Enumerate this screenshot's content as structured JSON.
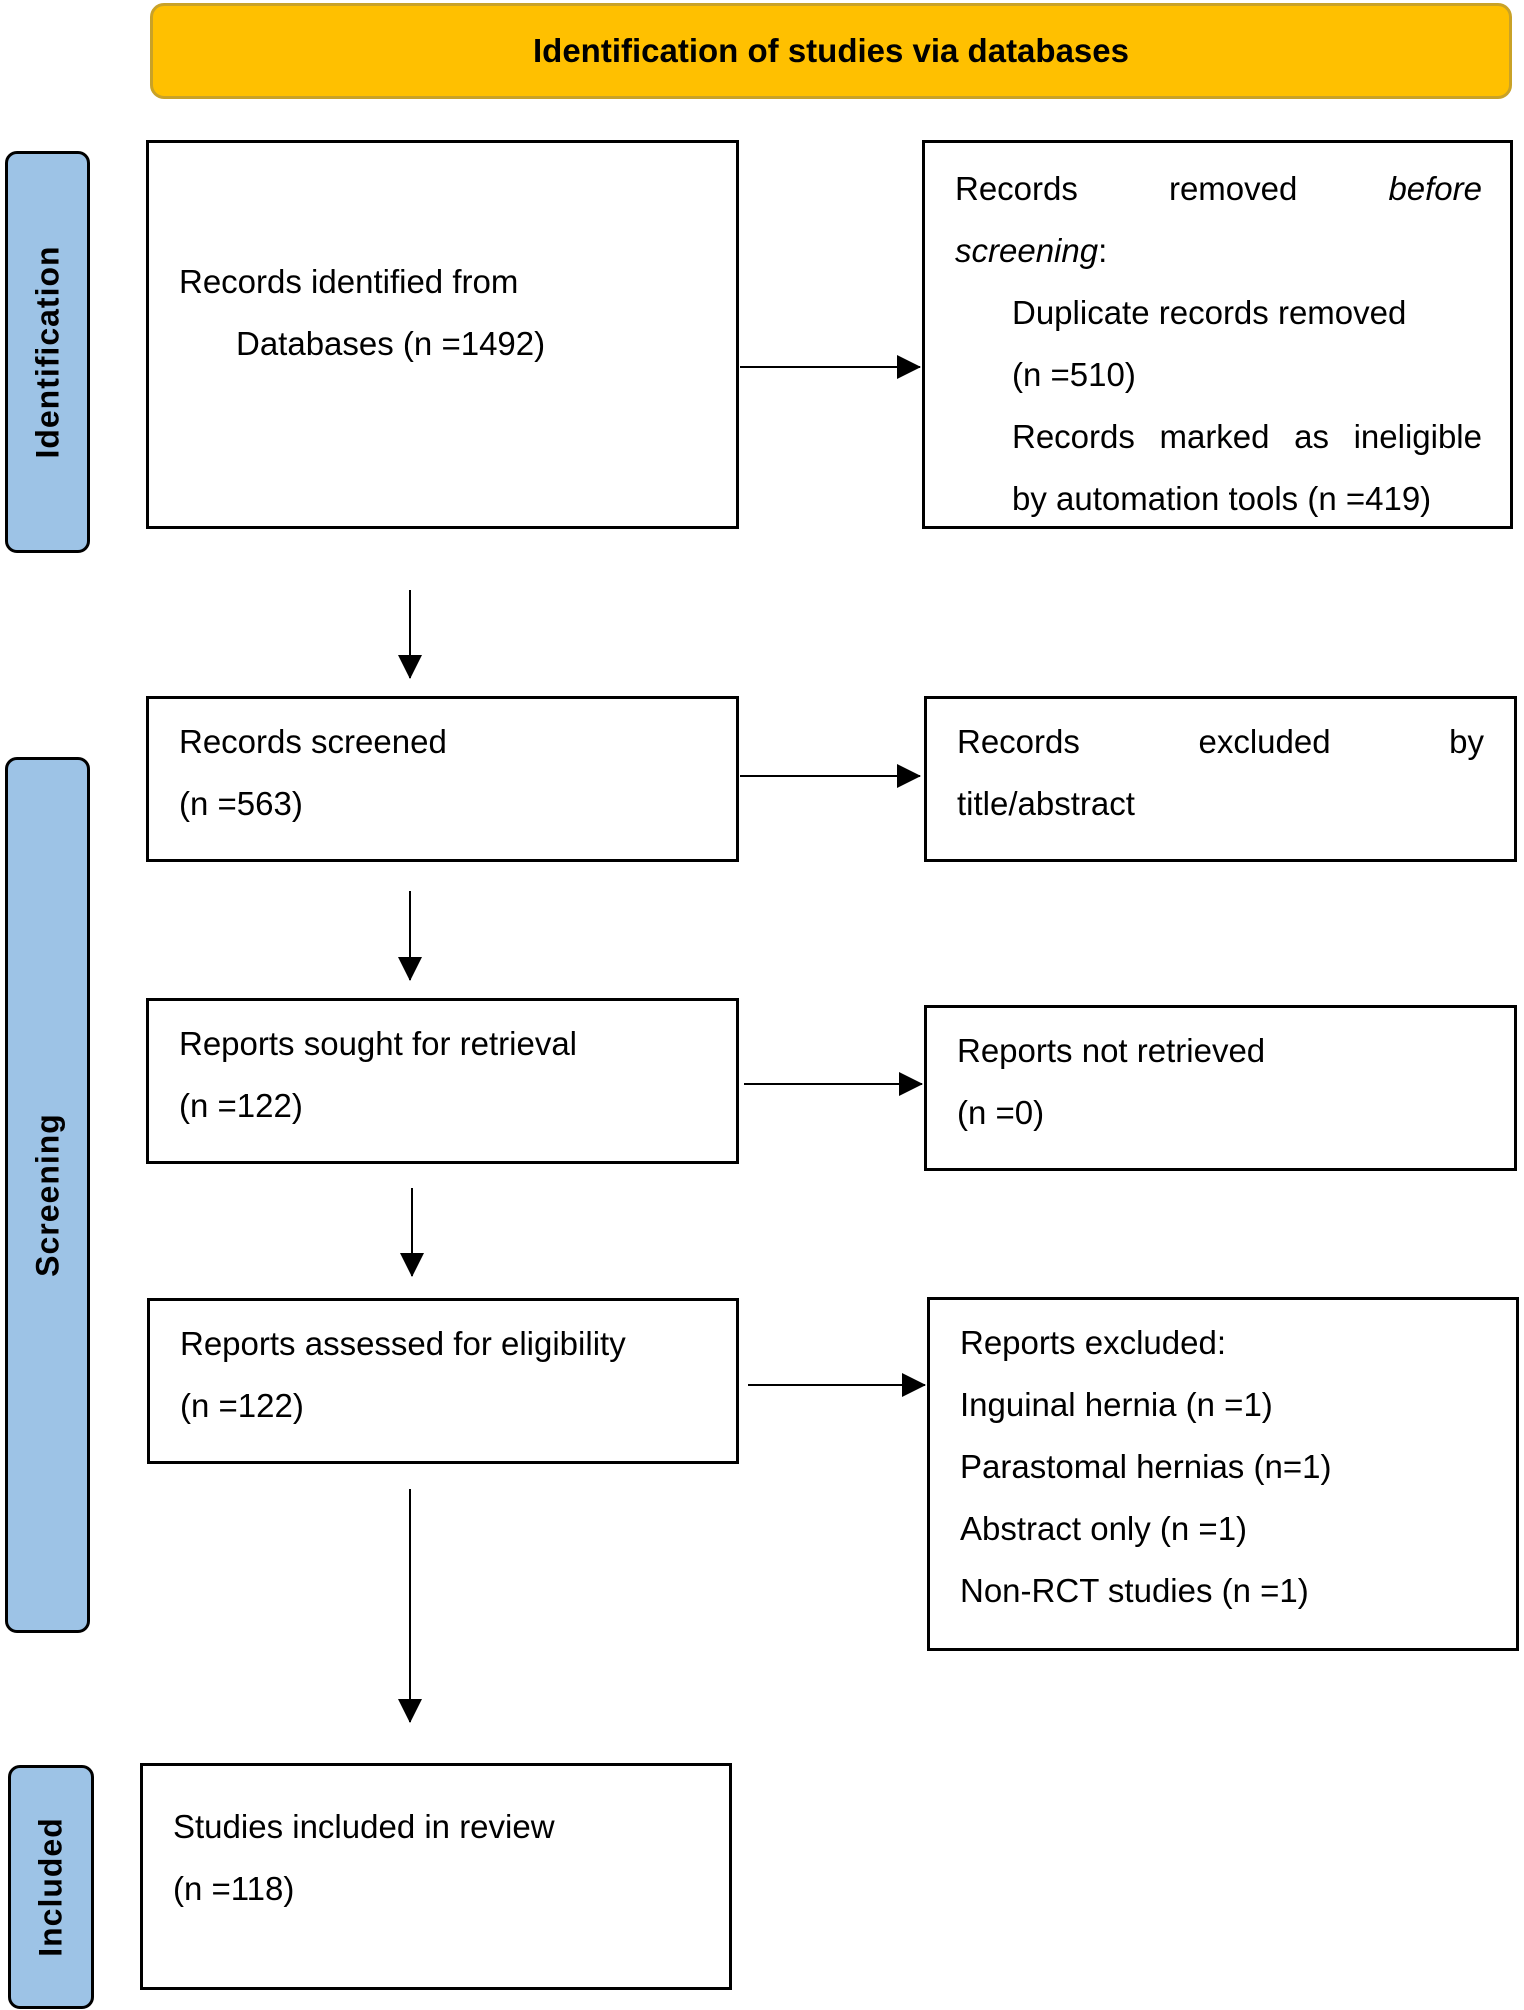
{
  "header": {
    "title": "Identification of studies via databases",
    "color": "#FFC000"
  },
  "phases": {
    "identification": "Identification",
    "screening": "Screening",
    "included": "Included",
    "color": "#9DC3E6"
  },
  "boxes": {
    "records_identified": {
      "line1": "Records identified from",
      "line2": "Databases (n =1492)"
    },
    "removed_before": {
      "w1": "Records",
      "w2": "removed",
      "w3": "before",
      "w4": "screening",
      "colon": ":",
      "dup1": "Duplicate records removed",
      "dup2": "(n =510)",
      "inel1": "Records marked as ineligible",
      "inel2": "by automation tools (n =419)"
    },
    "screened": {
      "line1": "Records screened",
      "line2": "(n =563)"
    },
    "excluded_title": {
      "w1": "Records",
      "w2": "excluded",
      "w3": "by",
      "line2": "title/abstract"
    },
    "sought": {
      "line1": "Reports sought for retrieval",
      "line2": "(n =122)"
    },
    "not_retrieved": {
      "line1": "Reports not retrieved",
      "line2": "(n =0)"
    },
    "assessed": {
      "line1": "Reports assessed for eligibility",
      "line2": "(n =122)"
    },
    "reports_excluded": {
      "title": "Reports excluded:",
      "items": [
        "Inguinal hernia (n =1)",
        "Parastomal hernias (n=1)",
        "Abstract only (n =1)",
        "Non-RCT studies (n =1)"
      ]
    },
    "included": {
      "line1": "Studies included in review",
      "line2": "(n =118)"
    }
  }
}
